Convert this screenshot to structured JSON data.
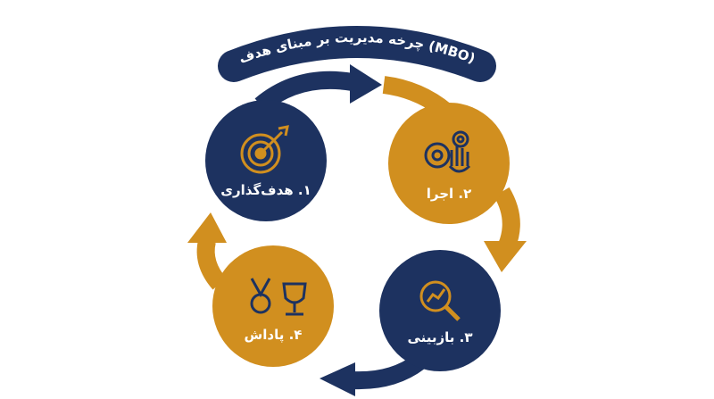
{
  "title": "چرخه مدیریت بر مبنای هدف (MBO)",
  "steps": [
    {
      "label": "۱. هدف‌گذاری",
      "icon": "target-arrow-icon",
      "color": "#1d3260"
    },
    {
      "label": "۲. اجرا",
      "icon": "gears-hand-icon",
      "color": "#d18f1f"
    },
    {
      "label": "۳. بازبینی",
      "icon": "magnifier-chart-icon",
      "color": "#1d3260"
    },
    {
      "label": "۴. پاداش",
      "icon": "medal-trophy-icon",
      "color": "#d18f1f"
    }
  ],
  "colors": {
    "navy": "#1d3260",
    "gold": "#d18f1f",
    "background": "#ffffff"
  }
}
